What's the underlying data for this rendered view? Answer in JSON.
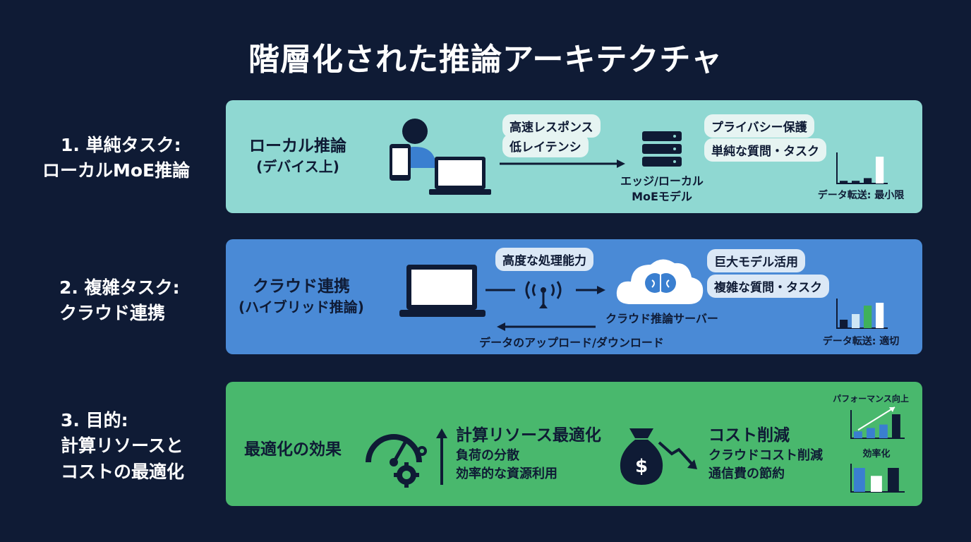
{
  "title": "階層化された推論アーキテクチャ",
  "rows": [
    {
      "label_lines": [
        "1. 単純タスク:",
        "ローカルMoE推論"
      ],
      "heading_lines": [
        "ローカル推論",
        "(デバイス上)"
      ],
      "pill_left_lines": [
        "高速レスポンス",
        "低レイテンシ"
      ],
      "node_caption_lines": [
        "エッジ/ローカル",
        "MoEモデル"
      ],
      "pills_right": [
        "プライバシー保護",
        "単純な質問・タスク"
      ],
      "chart_caption": "データ転送: 最小限"
    },
    {
      "label_lines": [
        "2. 複雑タスク:",
        "クラウド連携"
      ],
      "heading_lines": [
        "クラウド連携",
        "(ハイブリッド推論)"
      ],
      "pill_top": "高度な処理能力",
      "node_caption": "クラウド推論サーバー",
      "pills_right": [
        "巨大モデル活用",
        "複雑な質問・タスク"
      ],
      "flow_caption": "データのアップロード/ダウンロード",
      "chart_caption": "データ転送: 適切"
    },
    {
      "label_lines": [
        "3. 目的:",
        "計算リソースと",
        "コストの最適化"
      ],
      "heading": "最適化の効果",
      "block1_title": "計算リソース最適化",
      "block1_lines": [
        "負荷の分散",
        "効率的な資源利用"
      ],
      "block2_title": "コスト削減",
      "block2_lines": [
        "クラウドコスト削減",
        "通信費の節約"
      ],
      "chart1_caption": "パフォーマンス向上",
      "chart2_caption": "効率化",
      "money_symbol": "$"
    }
  ],
  "colors": {
    "background": "#0f1b35",
    "panel1": "#8fd8d2",
    "panel2": "#4a8ad6",
    "panel3": "#49b86d",
    "dark": "#0f1b35",
    "accent_blue": "#3a7fd0"
  },
  "chart_data": [
    {
      "type": "bar",
      "values": [
        1,
        1,
        2,
        10
      ],
      "colors": [
        "#0f1b35",
        "#0f1b35",
        "#0f1b35",
        "#ffffff"
      ]
    },
    {
      "type": "bar",
      "values": [
        3,
        5,
        8,
        9
      ],
      "colors": [
        "#0f1b35",
        "#cfe7f5",
        "#3fb15a",
        "#ffffff"
      ]
    },
    {
      "type": "bar",
      "values": [
        2,
        3,
        4,
        7
      ],
      "colors": [
        "#3a7fd0",
        "#3a7fd0",
        "#3a7fd0",
        "#0f1b35"
      ],
      "trend": "up"
    },
    {
      "type": "bar",
      "values": [
        9,
        6,
        9
      ],
      "colors": [
        "#3a7fd0",
        "#ffffff",
        "#0f1b35"
      ]
    }
  ]
}
